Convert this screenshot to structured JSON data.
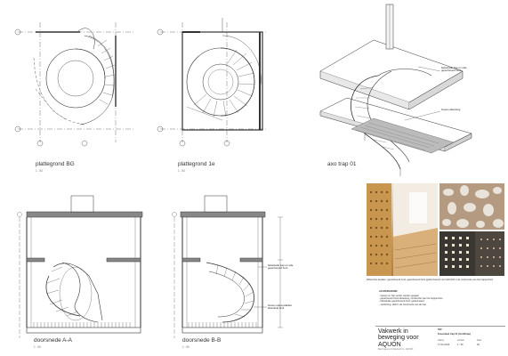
{
  "views": {
    "plan_bg": {
      "title": "plattegrond BG",
      "scale": "1 : 50"
    },
    "plan_1e": {
      "title": "plattegrond 1e",
      "scale": "1 : 50"
    },
    "axo": {
      "title": "axo trap 01"
    },
    "section_a": {
      "title": "doorsnede A-A",
      "scale": "1 : 50"
    },
    "section_b": {
      "title": "doorsnede B-B",
      "scale": "1 : 50"
    }
  },
  "annotations": {
    "axo_top": [
      "balustrade trap en vide",
      "geperforeerd hout"
    ],
    "axo_bottom": [
      "houten afwerking"
    ],
    "section_b_mid": [
      "balustrade trap en vide",
      "geperforeerd hout"
    ],
    "section_b_low": [
      "houten oploopvlakken",
      "afwerking hout"
    ]
  },
  "caption": [
    "Referentie beelden: geperforeerd hout, geperforeerd hout (gelamineerd) met LED licht in de constructie van het trappenhuis"
  ],
  "notes_header": "ACHTERGROND",
  "notes": [
    "- trappen in hier verder worden gegaan",
    "- geperforeerd hout afwerking, constructie van het trappenhuis",
    "- balustrade geperforeerd hout, gelamineerd",
    "- verlichting: LED in de constructie van de trap"
  ],
  "titleblock": {
    "brand": [
      "Vakwerk in",
      "beweging voor",
      "AQUON"
    ],
    "project_code": "SIO",
    "drawing_title": "Kouvedeel trap 01 (hoofdtrap)",
    "fields": [
      "datum",
      "schaal",
      "blad"
    ],
    "values": [
      "17-01-2014",
      "1 : 50",
      "02"
    ],
    "footer": "Bas Koppers Architectuur bv  -  AQUON"
  },
  "colors": {
    "line": "#333333",
    "wood": "#c8a070",
    "hatch": "#555555"
  }
}
